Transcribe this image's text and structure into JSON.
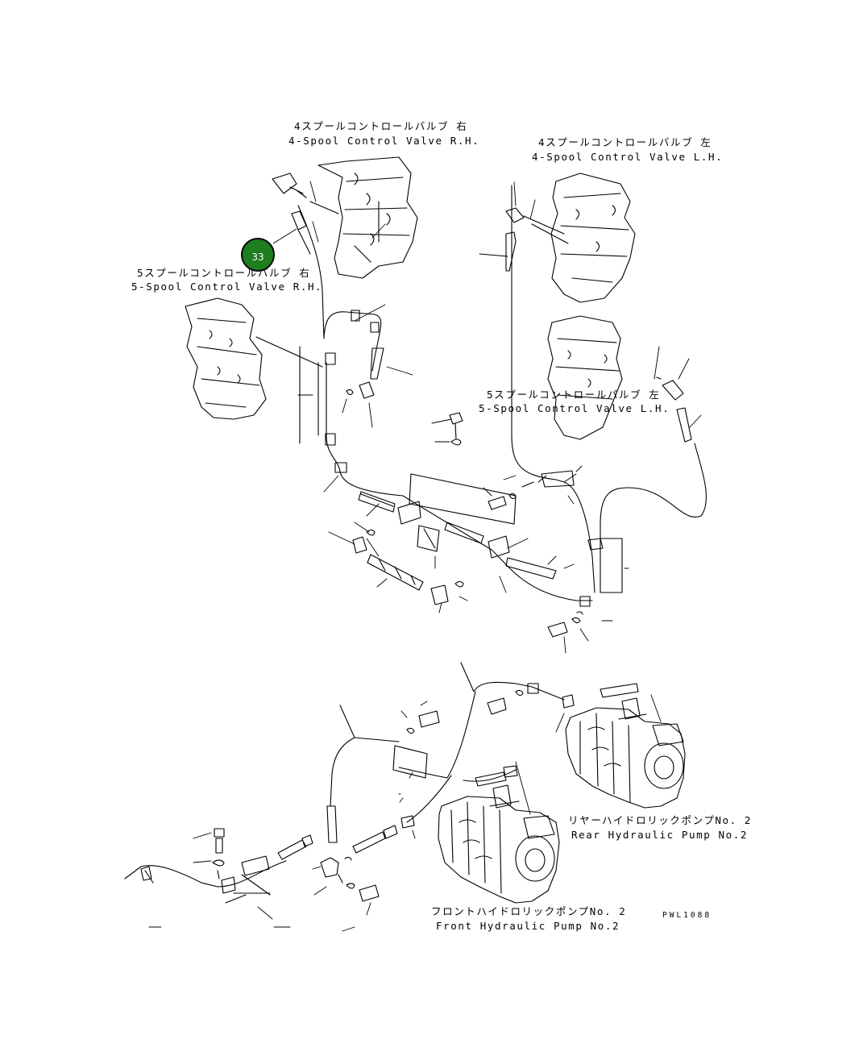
{
  "labels": {
    "valve4_rh_jp": "4スプールコントロールバルブ 右",
    "valve4_rh_en": "4-Spool Control Valve R.H.",
    "valve4_lh_jp": "4スプールコントロールバルブ 左",
    "valve4_lh_en": "4-Spool Control Valve L.H.",
    "valve5_rh_jp": "5スプールコントロールバルブ 右",
    "valve5_rh_en": "5-Spool Control Valve R.H.",
    "valve5_lh_jp": "5スプールコントロールバルブ 左",
    "valve5_lh_en": "5-Spool Control Valve L.H.",
    "rear_pump_jp": "リヤーハイドロリックポンプNo. 2",
    "rear_pump_en": "Rear Hydraulic Pump No.2",
    "front_pump_jp": "フロントハイドロリックポンプNo. 2",
    "front_pump_en": "Front Hydraulic Pump No.2",
    "drawing_code": "PWL1088"
  },
  "callouts": [
    {
      "number": "33",
      "color": "#1e7d1e"
    }
  ],
  "colors": {
    "line": "#000000",
    "background": "#ffffff",
    "callout_fill": "#1e7d1e"
  }
}
